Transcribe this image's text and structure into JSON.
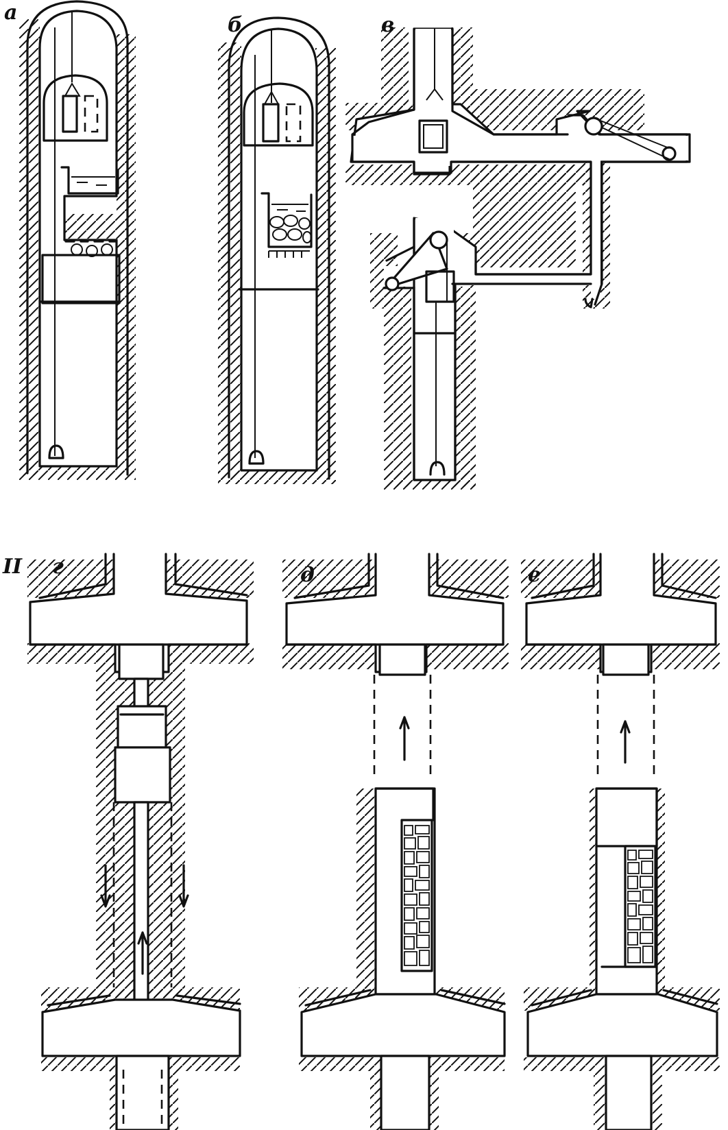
{
  "figure": {
    "section_mark": "II",
    "panels": [
      {
        "id": "a",
        "label": "а"
      },
      {
        "id": "b",
        "label": "б"
      },
      {
        "id": "v",
        "label": "в"
      },
      {
        "id": "g",
        "label": "г"
      },
      {
        "id": "d",
        "label": "д"
      },
      {
        "id": "e",
        "label": "е"
      }
    ],
    "colors": {
      "ink": "#111111",
      "paper": "#ffffff"
    }
  }
}
